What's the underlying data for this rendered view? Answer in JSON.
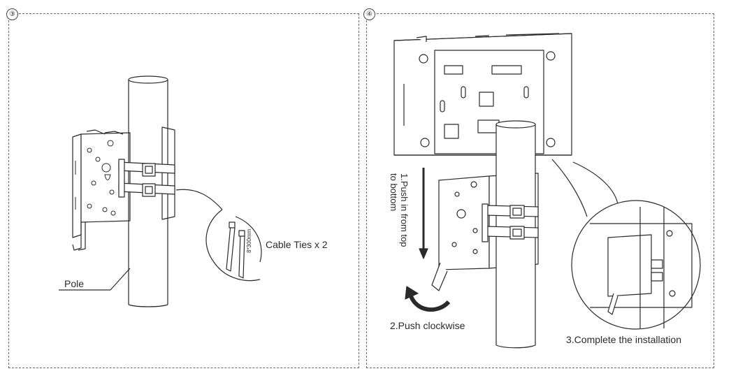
{
  "steps": [
    {
      "number": "③"
    },
    {
      "number": "④"
    }
  ],
  "labels": {
    "pole": "Pole",
    "cable_ties": "Cable Ties x 2",
    "cable_tie_size": "8*300mm",
    "push_in": "1.Push in from top\nto bottom",
    "push_clockwise": "2.Push clockwise",
    "complete": "3.Complete the installation"
  },
  "colors": {
    "line": "#2a2a2a",
    "border": "#6a6a6a",
    "background": "#ffffff"
  }
}
